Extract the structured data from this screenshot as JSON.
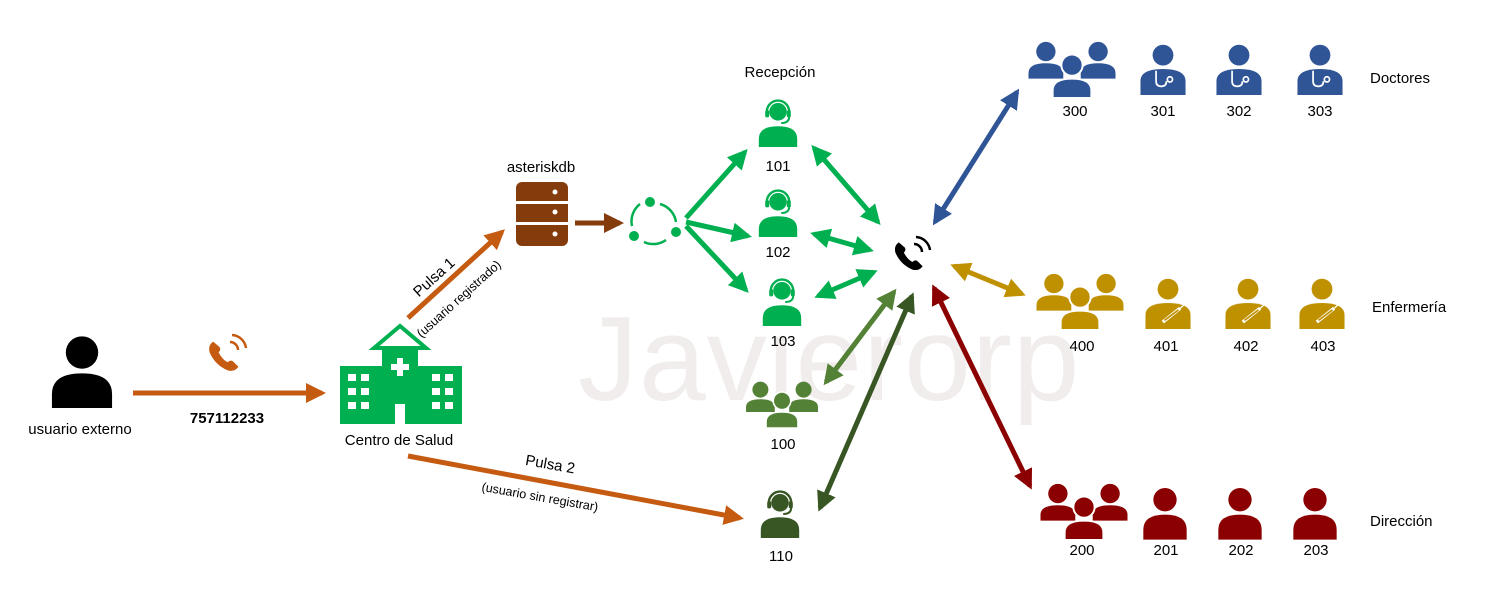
{
  "watermark": "Javierorp",
  "labels": {
    "external_user": "usuario externo",
    "phone_number": "757112233",
    "health_center": "Centro de Salud",
    "database": "asteriskdb",
    "press1": "Pulsa 1",
    "press1_note": "(usuario registrado)",
    "press2": "Pulsa 2",
    "press2_note": "(usuario sin registrar)",
    "reception": "Recepción",
    "doctors": "Doctores",
    "nursing": "Enfermería",
    "direction": "Dirección"
  },
  "extensions": {
    "reception": [
      "101",
      "102",
      "103"
    ],
    "group_100": "100",
    "ext_110": "110",
    "doctors": [
      "300",
      "301",
      "302",
      "303"
    ],
    "nursing": [
      "400",
      "401",
      "402",
      "403"
    ],
    "direction": [
      "200",
      "201",
      "202",
      "203"
    ]
  },
  "colors": {
    "orange": "#c55a11",
    "brown": "#843c0c",
    "green": "#00b050",
    "olive": "#538135",
    "darkgreen": "#375623",
    "blue": "#2f5597",
    "gold": "#bf9000",
    "red": "#8b0000",
    "black": "#000000"
  },
  "icons": [
    "person-icon",
    "phone-ringing-icon",
    "hospital-icon",
    "database-icon",
    "queue-cycle-icon",
    "agent-headset-icon",
    "group-icon",
    "doctor-icon",
    "nurse-icon",
    "pbx-phone-icon"
  ]
}
